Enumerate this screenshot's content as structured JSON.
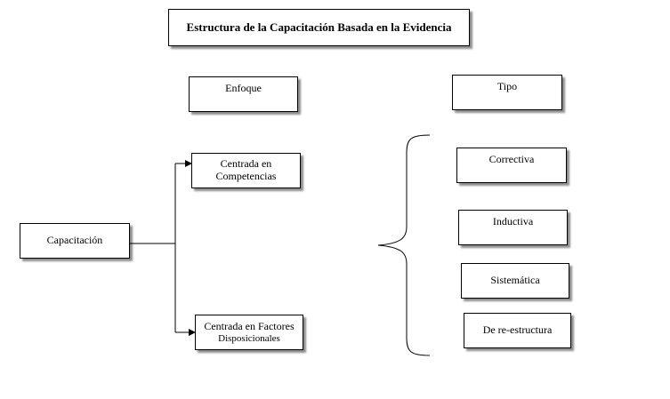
{
  "title": "Estructura de la Capacitación Basada en la Evidencia",
  "headers": {
    "enfoque": "Enfoque",
    "tipo": "Tipo"
  },
  "root": "Capacitación",
  "enfoques": [
    {
      "line1": "Centrada en",
      "line2": "Competencias"
    },
    {
      "line1": "Centrada en Factores",
      "line2": "Disposicionales"
    }
  ],
  "tipos": [
    "Correctiva",
    "Inductiva",
    "Sistemática",
    "De re-estructura"
  ],
  "colors": {
    "border": "#000000",
    "background": "#ffffff"
  }
}
